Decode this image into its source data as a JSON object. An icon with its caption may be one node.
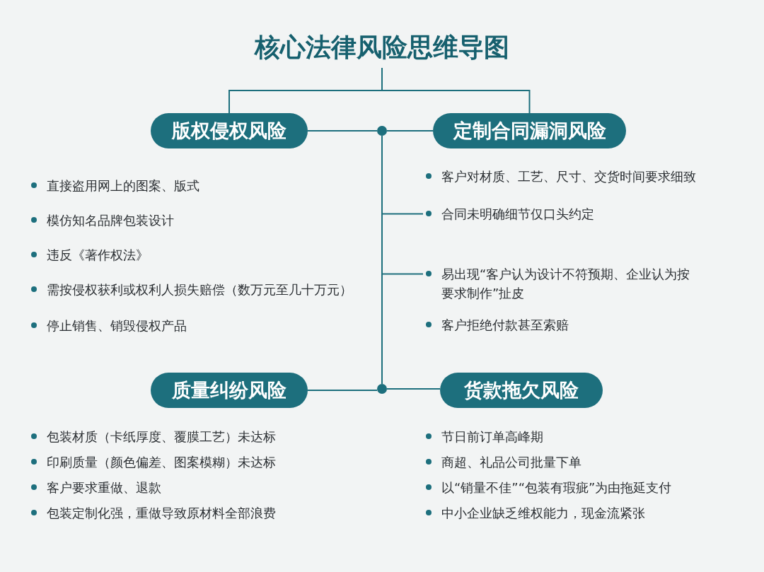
{
  "diagram": {
    "nodes": [
      {
        "text": [
          "核心法律风险思维导图"
        ]
      },
      {
        "text": [
          "版权侵权风险"
        ]
      },
      {
        "text": [
          "直接盗用网上的图案、版式"
        ]
      },
      {
        "text": [
          "模仿知名品牌包装设计"
        ]
      },
      {
        "text": [
          "违反《著作权法》"
        ]
      },
      {
        "text": [
          "需按侵权获利或权利人损失赔偿（数万元至几十万元）"
        ]
      },
      {
        "text": [
          "停止销售、销毁侵权产品"
        ]
      },
      {
        "text": [
          "定制合同漏洞风险"
        ]
      },
      {
        "text": [
          "客户对材质、工艺、尺寸、交货时间要求细致"
        ]
      },
      {
        "text": [
          "合同未明确细节仅口头约定"
        ]
      },
      {
        "text": [
          "易出现“客户认为设计不符预期、企业认为按要求制作”扯皮"
        ]
      },
      {
        "text": [
          "客户拒绝付款甚至索赔"
        ]
      },
      {
        "text": [
          "质量纠纷风险"
        ]
      },
      {
        "text": [
          "包装材质（卡纸厚度、覆膜工艺）未达标"
        ]
      },
      {
        "text": [
          "印刷质量（颜色偏差、图案模糊）未达标"
        ]
      },
      {
        "text": [
          "客户要求重做、退款"
        ]
      },
      {
        "text": [
          "包装定制化强，重做导致原材料全部浪费"
        ]
      },
      {
        "text": [
          "货款拖欠风险"
        ]
      },
      {
        "text": [
          "节日前订单高峰期"
        ]
      },
      {
        "text": [
          "商超、礼品公司批量下单"
        ]
      },
      {
        "text": [
          "以“销量不佳”“包装有瑕疵”为由拖延支付"
        ]
      },
      {
        "text": [
          "中小企业缺乏维权能力，现金流紧张"
        ]
      },
      {
        "text": [],
        "shape": "circle"
      },
      {
        "text": [],
        "shape": "circle"
      }
    ],
    "edges": [
      {
        "from": 0,
        "to": 1,
        "arrow": "none"
      },
      {
        "from": 0,
        "to": 7,
        "arrow": "none"
      },
      {
        "from": 1,
        "to": 22,
        "arrow": "none"
      },
      {
        "from": 22,
        "to": 7,
        "arrow": "none"
      },
      {
        "from": 22,
        "to": 23,
        "arrow": "none"
      },
      {
        "from": 12,
        "to": 23,
        "arrow": "none"
      },
      {
        "from": 23,
        "to": 17,
        "arrow": "none"
      },
      {
        "from": 22,
        "to": 9,
        "arrow": "none"
      },
      {
        "from": 22,
        "to": 10,
        "arrow": "none"
      }
    ]
  }
}
